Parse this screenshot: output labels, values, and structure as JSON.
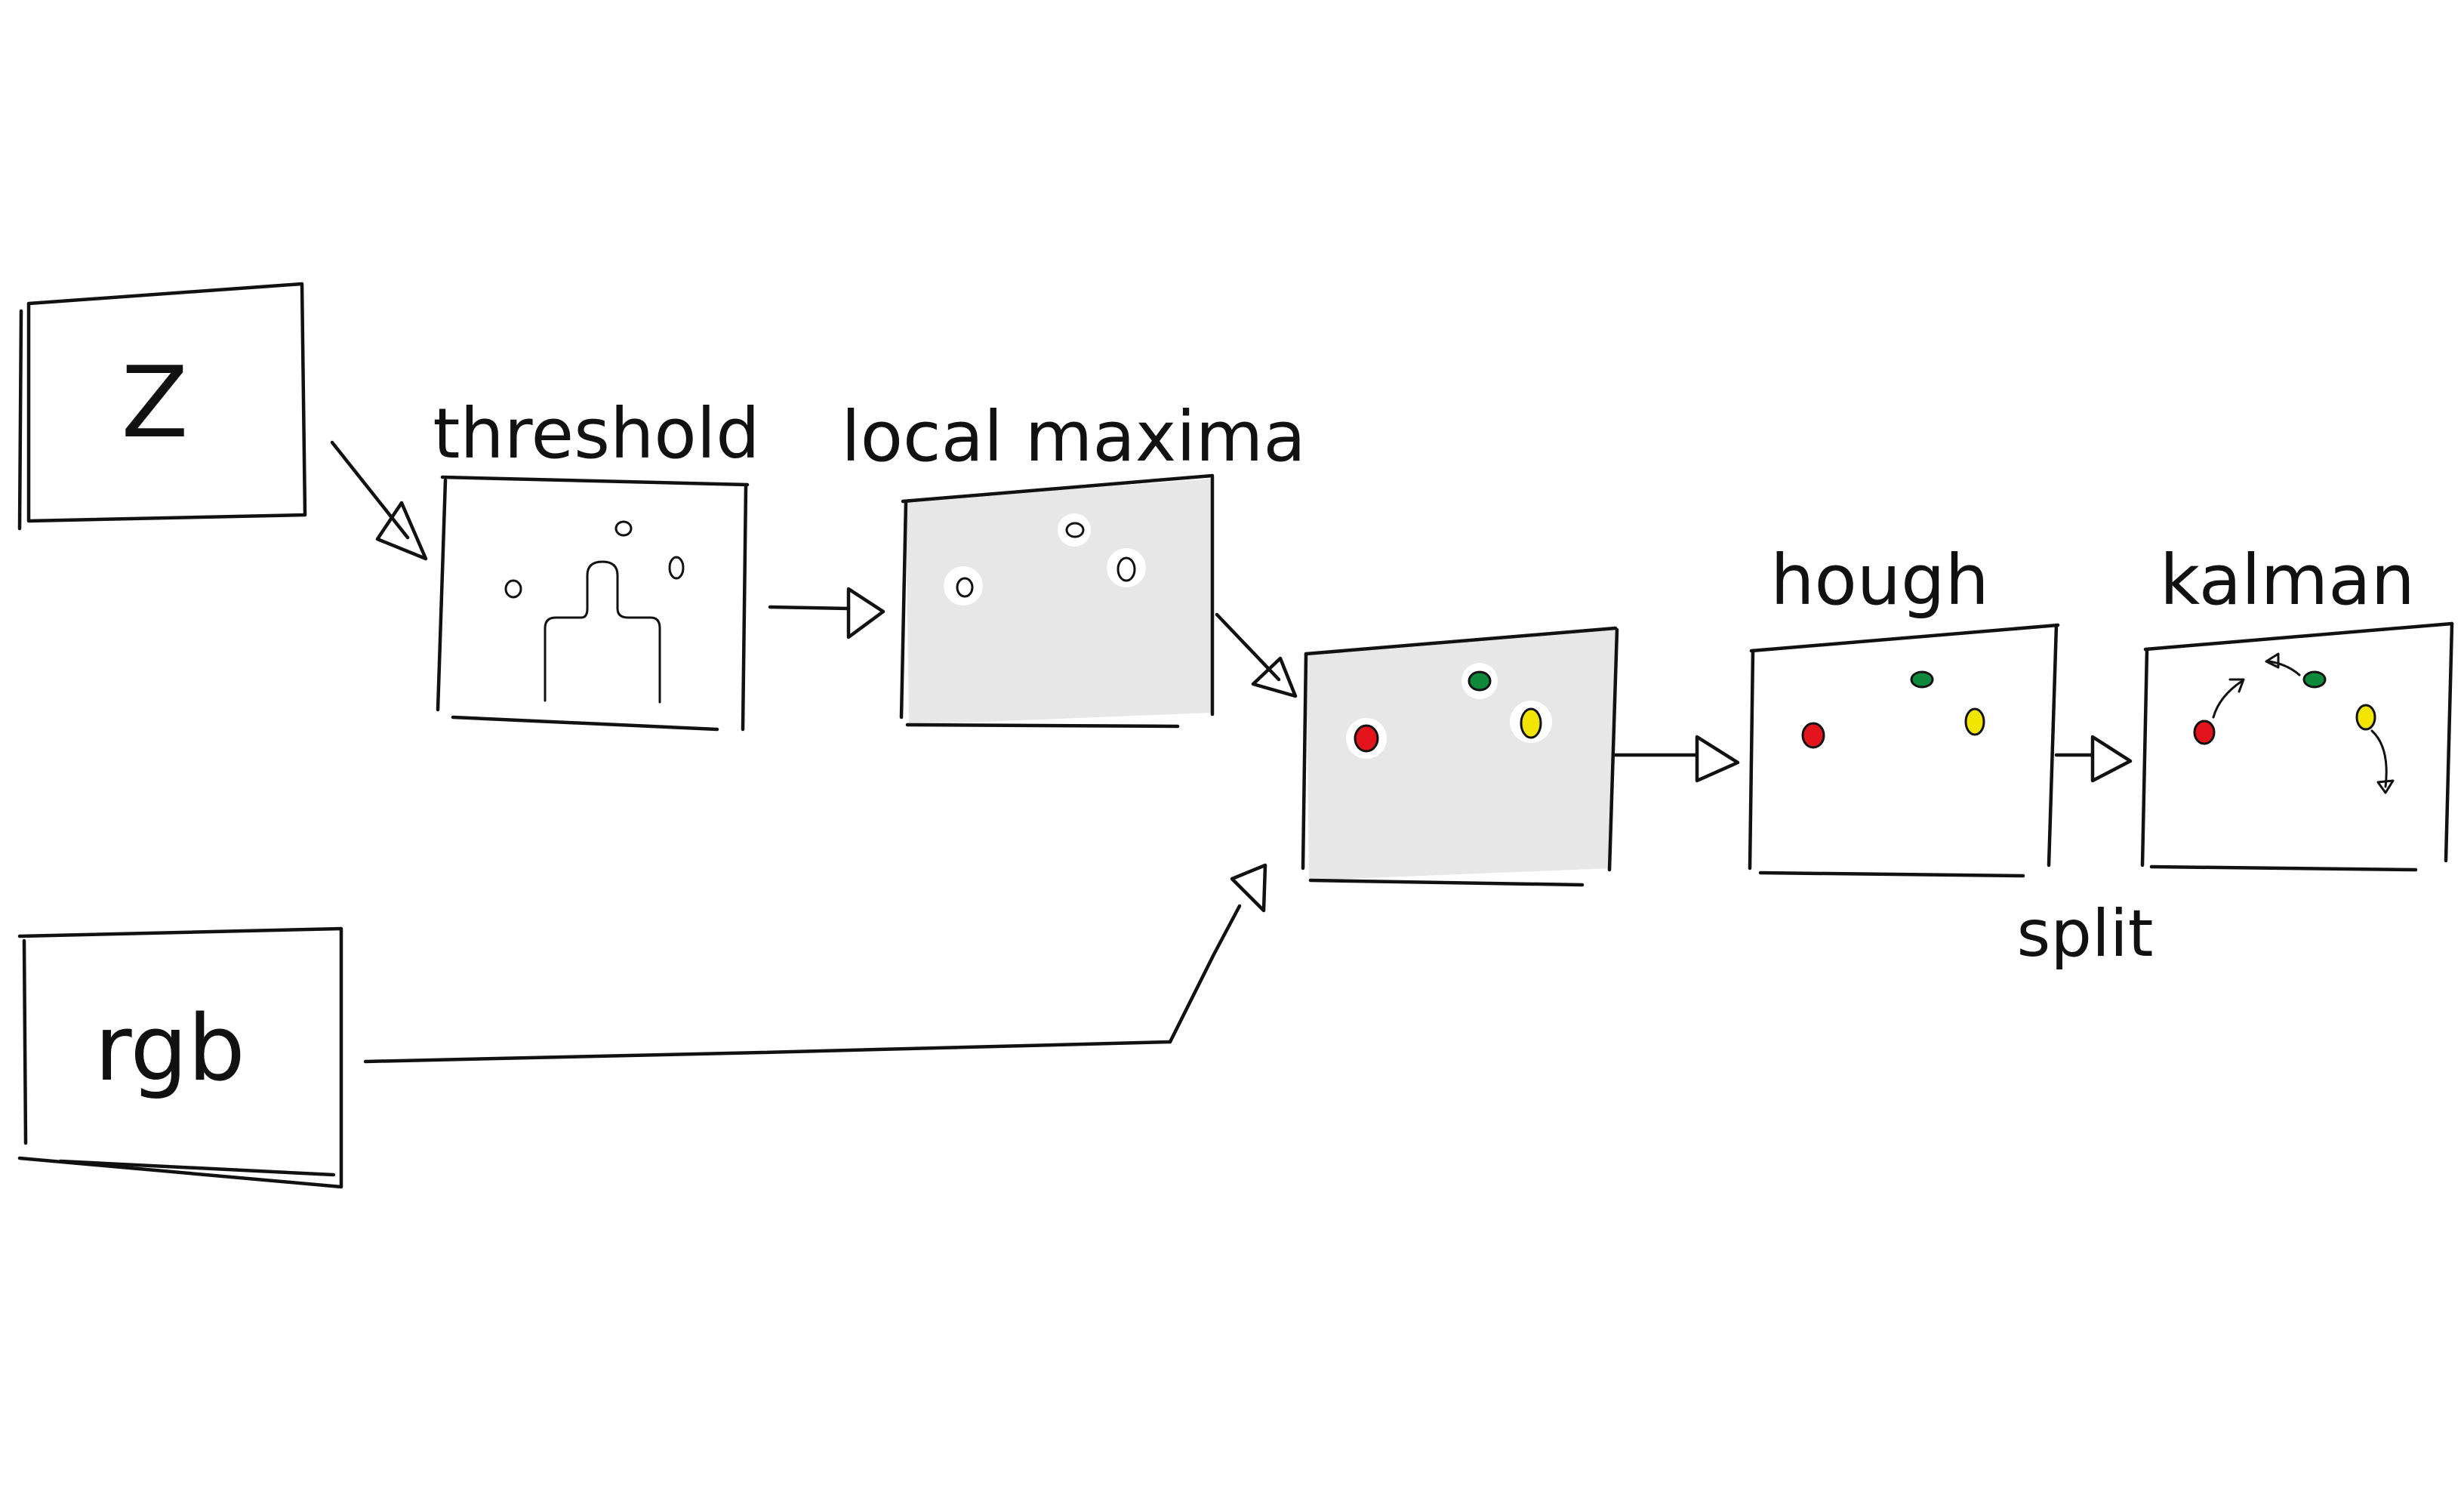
{
  "inputs": {
    "depth_label": "Z",
    "color_label": "rgb"
  },
  "stages": {
    "threshold_label": "threshold",
    "local_maxima_label": "local maxima",
    "hough_label": "hough",
    "kalman_label": "kalman",
    "split_label": "split"
  },
  "colors": {
    "red_blob": "#e3141b",
    "green_blob": "#0f8a3c",
    "yellow_blob": "#f2e600",
    "panel_gray": "#e7e7e7",
    "ink": "#111111"
  }
}
